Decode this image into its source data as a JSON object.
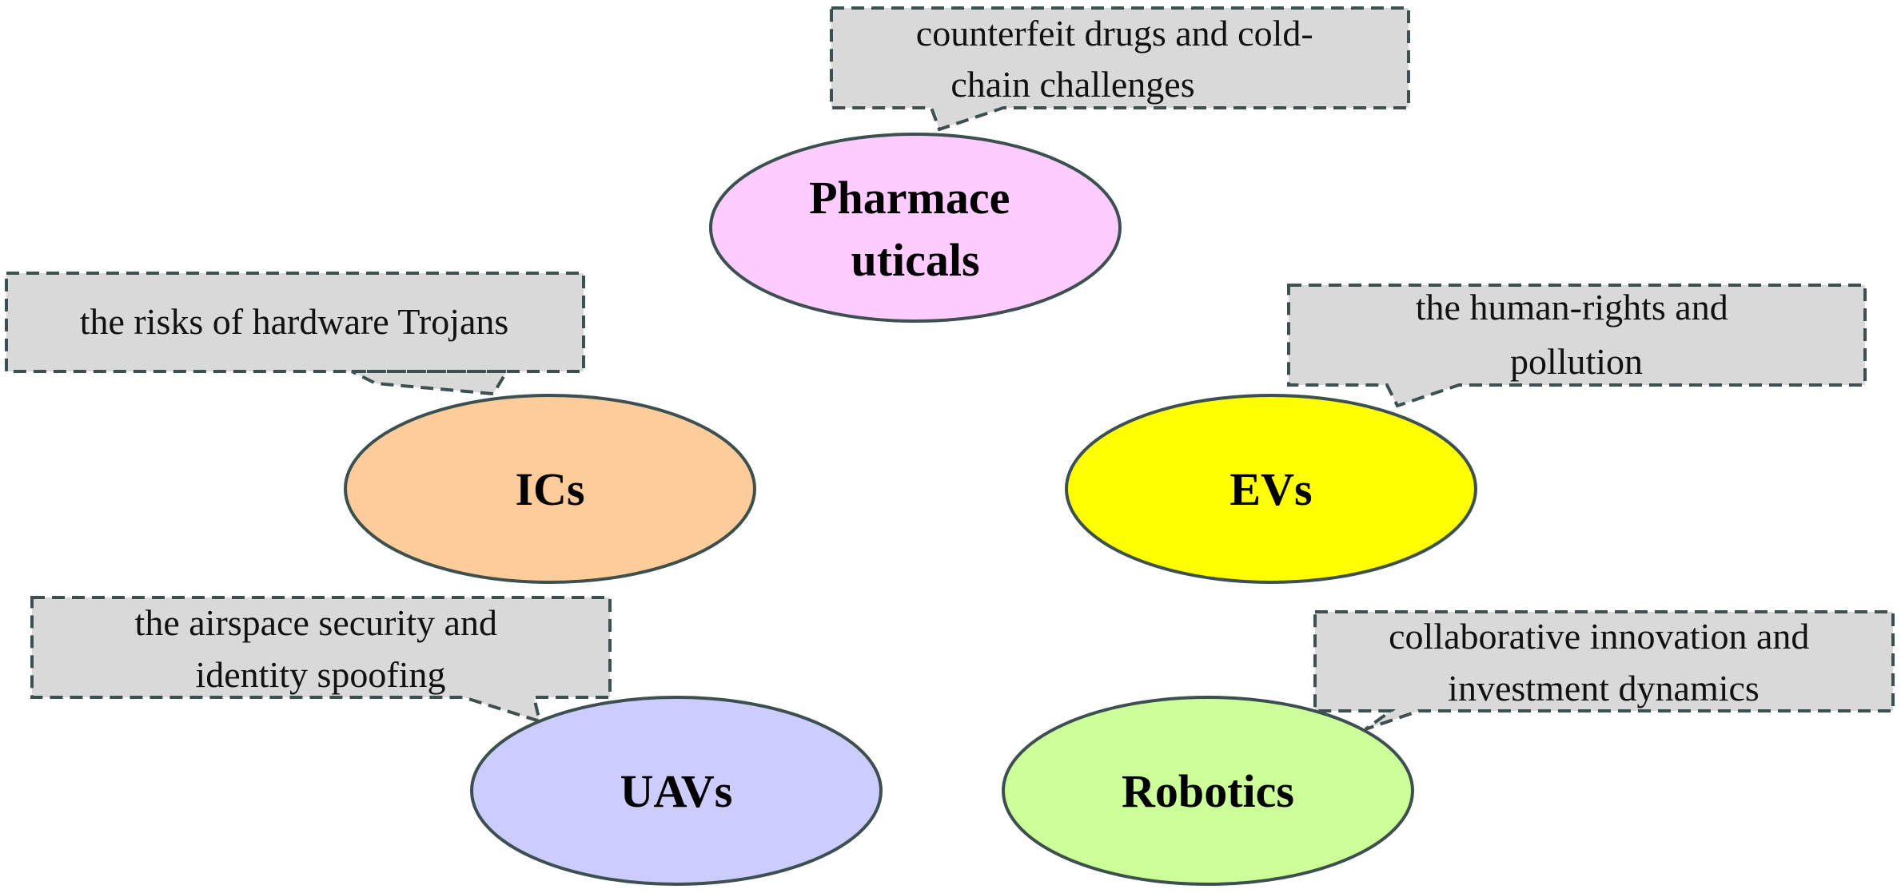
{
  "nodes": [
    {
      "id": "pharmaceuticals",
      "label_lines": [
        "Pharmace",
        "uticals"
      ],
      "fill": "#ffccff",
      "callout_lines": [
        "counterfeit drugs and cold-",
        "chain challenges"
      ]
    },
    {
      "id": "ics",
      "label_lines": [
        "ICs"
      ],
      "fill": "#fccc9a",
      "callout_lines": [
        "the risks of hardware Trojans"
      ]
    },
    {
      "id": "evs",
      "label_lines": [
        "EVs"
      ],
      "fill": "#ffff00",
      "callout_lines": [
        "the human-rights and",
        "pollution"
      ]
    },
    {
      "id": "uavs",
      "label_lines": [
        "UAVs"
      ],
      "fill": "#ccccff",
      "callout_lines": [
        "the airspace security and",
        "identity spoofing"
      ]
    },
    {
      "id": "robotics",
      "label_lines": [
        "Robotics"
      ],
      "fill": "#ccff99",
      "callout_lines": [
        "collaborative innovation and",
        "investment dynamics"
      ]
    }
  ],
  "colors": {
    "outline": "#3d4f4f",
    "callout_fill": "#d9d9d9"
  }
}
